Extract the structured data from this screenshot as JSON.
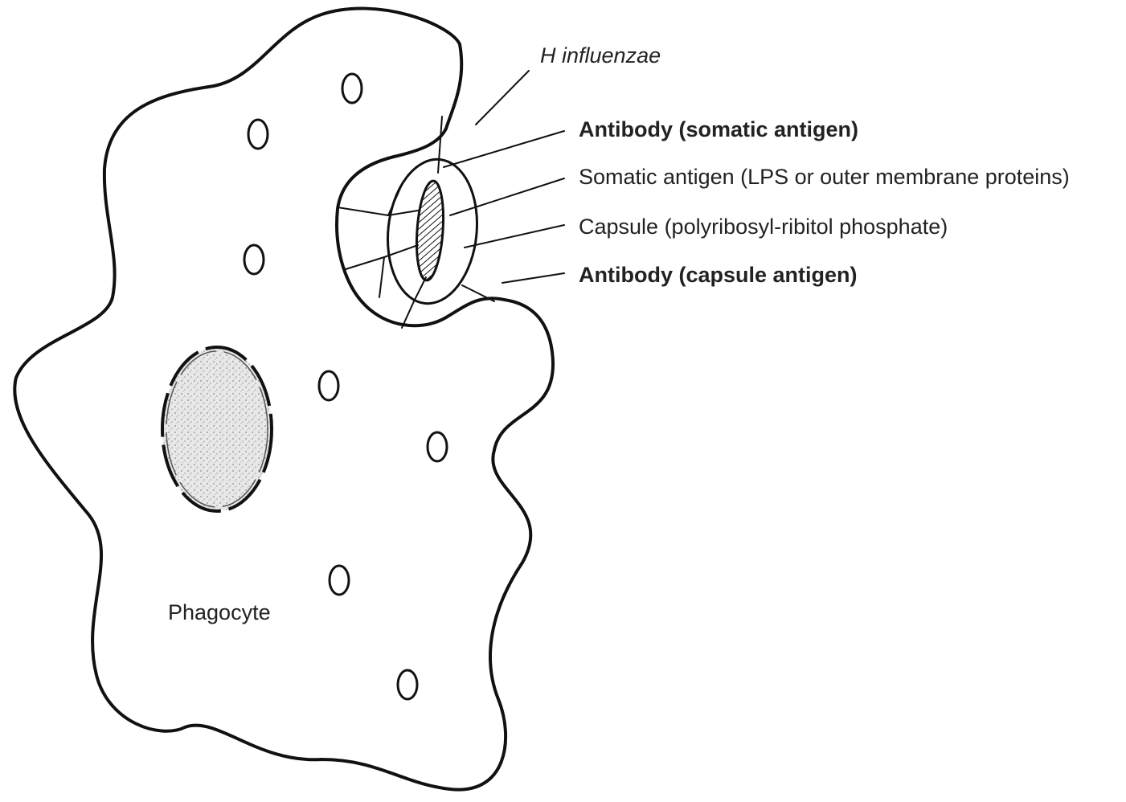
{
  "labels": {
    "organism": "H influenzae",
    "antibody_somatic": "Antibody (somatic antigen)",
    "somatic_antigen": "Somatic antigen (LPS or outer membrane proteins)",
    "capsule": "Capsule (polyribosyl-ribitol phosphate)",
    "antibody_capsule": "Antibody (capsule antigen)",
    "cell": "Phagocyte"
  },
  "colors": {
    "line": "#111111",
    "nucleus_fill": "#d9d9d9",
    "background": "#ffffff"
  }
}
